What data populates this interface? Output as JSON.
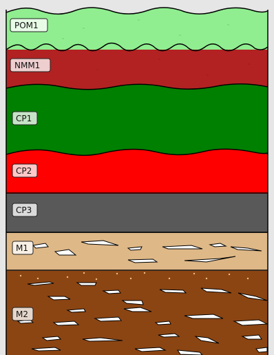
{
  "layers": [
    {
      "id": "pom1",
      "label": "POM1",
      "color": "#90ee90"
    },
    {
      "id": "nmm1",
      "label": "NMM1",
      "color": "#b22222"
    },
    {
      "id": "cp1",
      "label": "CP1",
      "color": "#008000"
    },
    {
      "id": "cp2",
      "label": "CP2",
      "color": "#ff0000"
    },
    {
      "id": "cp3",
      "label": "CP3",
      "color": "#595959"
    },
    {
      "id": "m1",
      "label": "M1",
      "color": "#deb887"
    },
    {
      "id": "m2",
      "label": "M2",
      "color": "#8b4513"
    }
  ],
  "background": "#e6e6e6",
  "outline": "#000000"
}
